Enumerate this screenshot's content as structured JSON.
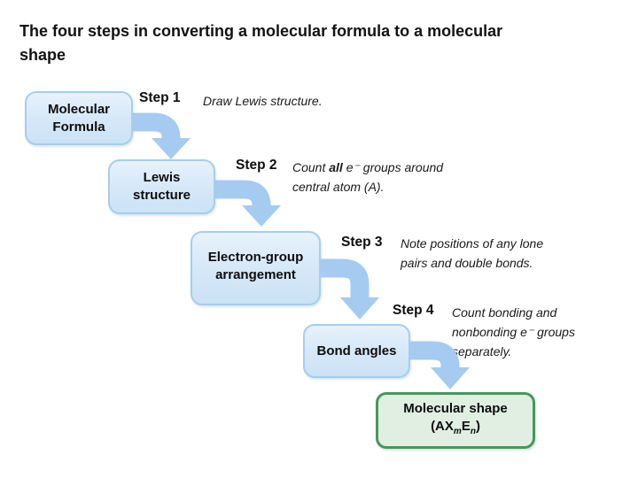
{
  "slide": {
    "title_line1": "The four steps in converting a molecular formula to a molecular",
    "title_line2": "shape"
  },
  "boxes": {
    "molecular_formula": {
      "line1": "Molecular",
      "line2": "Formula"
    },
    "lewis_structure": {
      "line1": "Lewis",
      "line2": "structure"
    },
    "electron_group": {
      "line1": "Electron-group",
      "line2": "arrangement"
    },
    "bond_angles": {
      "line1": "Bond angles"
    },
    "molecular_shape": {
      "line1": "Molecular shape",
      "formula_pre": "(AX",
      "sub_m": "m",
      "formula_mid": "E",
      "sub_n": "n",
      "formula_post": ")"
    }
  },
  "steps": {
    "step1": {
      "label": "Step 1",
      "line1": "Draw Lewis structure."
    },
    "step2": {
      "label": "Step 2",
      "line1_pre": "Count ",
      "line1_emph": "all",
      "line1_post": " e⁻ groups around",
      "line2": "central atom (A)."
    },
    "step3": {
      "label": "Step 3",
      "line1": "Note positions of any lone",
      "line2": "pairs and double bonds."
    },
    "step4": {
      "label": "Step 4",
      "line1": "Count bonding and",
      "line2": "nonbonding e⁻ groups",
      "line3": "separately."
    }
  },
  "colors": {
    "box-blue-fill": "#d8e9f9",
    "box-blue-fill2": "#cbe2f5",
    "box-blue-border": "#a6cdec",
    "arrow-blue": "#a5cbf1",
    "box-green-fill": "#e0efe2",
    "box-green-border": "#44985e"
  }
}
